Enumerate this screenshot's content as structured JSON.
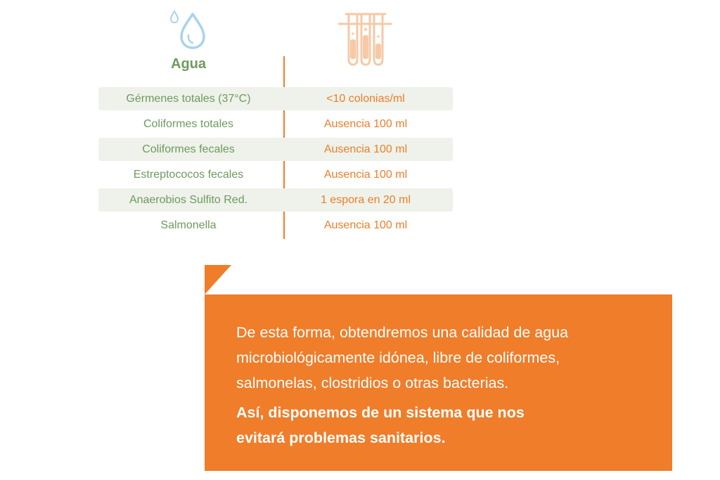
{
  "icons": {
    "left": "water-drop-icon",
    "right": "test-tubes-icon"
  },
  "colors": {
    "green": "#6e9a5e",
    "orange": "#ef7d2a",
    "row_shade": "#eef2ea",
    "drop_blue": "#a9d4ea",
    "tube_peach": "#f6c9a6"
  },
  "table": {
    "left_title": "Agua",
    "rows": [
      {
        "parameter": "Gérmenes totales (37°C)",
        "value": "<10 colonias/ml"
      },
      {
        "parameter": "Coliformes totales",
        "value": "Ausencia 100 ml"
      },
      {
        "parameter": "Coliformes fecales",
        "value": "Ausencia 100 ml"
      },
      {
        "parameter": "Estreptococos fecales",
        "value": "Ausencia 100 ml"
      },
      {
        "parameter": "Anaerobios Sulfito Red.",
        "value": "1 espora en 20 ml"
      },
      {
        "parameter": "Salmonella",
        "value": "Ausencia 100 ml"
      }
    ]
  },
  "callout": {
    "line_1": "De esta forma, obtendremos una calidad de agua",
    "line_2": "microbiológicamente idónea, libre de coliformes,",
    "line_3": "salmonelas, clostridios o otras bacterias.",
    "bold_line_1": "Así, disponemos de un sistema que nos",
    "bold_line_2": "evitará problemas sanitarios."
  }
}
